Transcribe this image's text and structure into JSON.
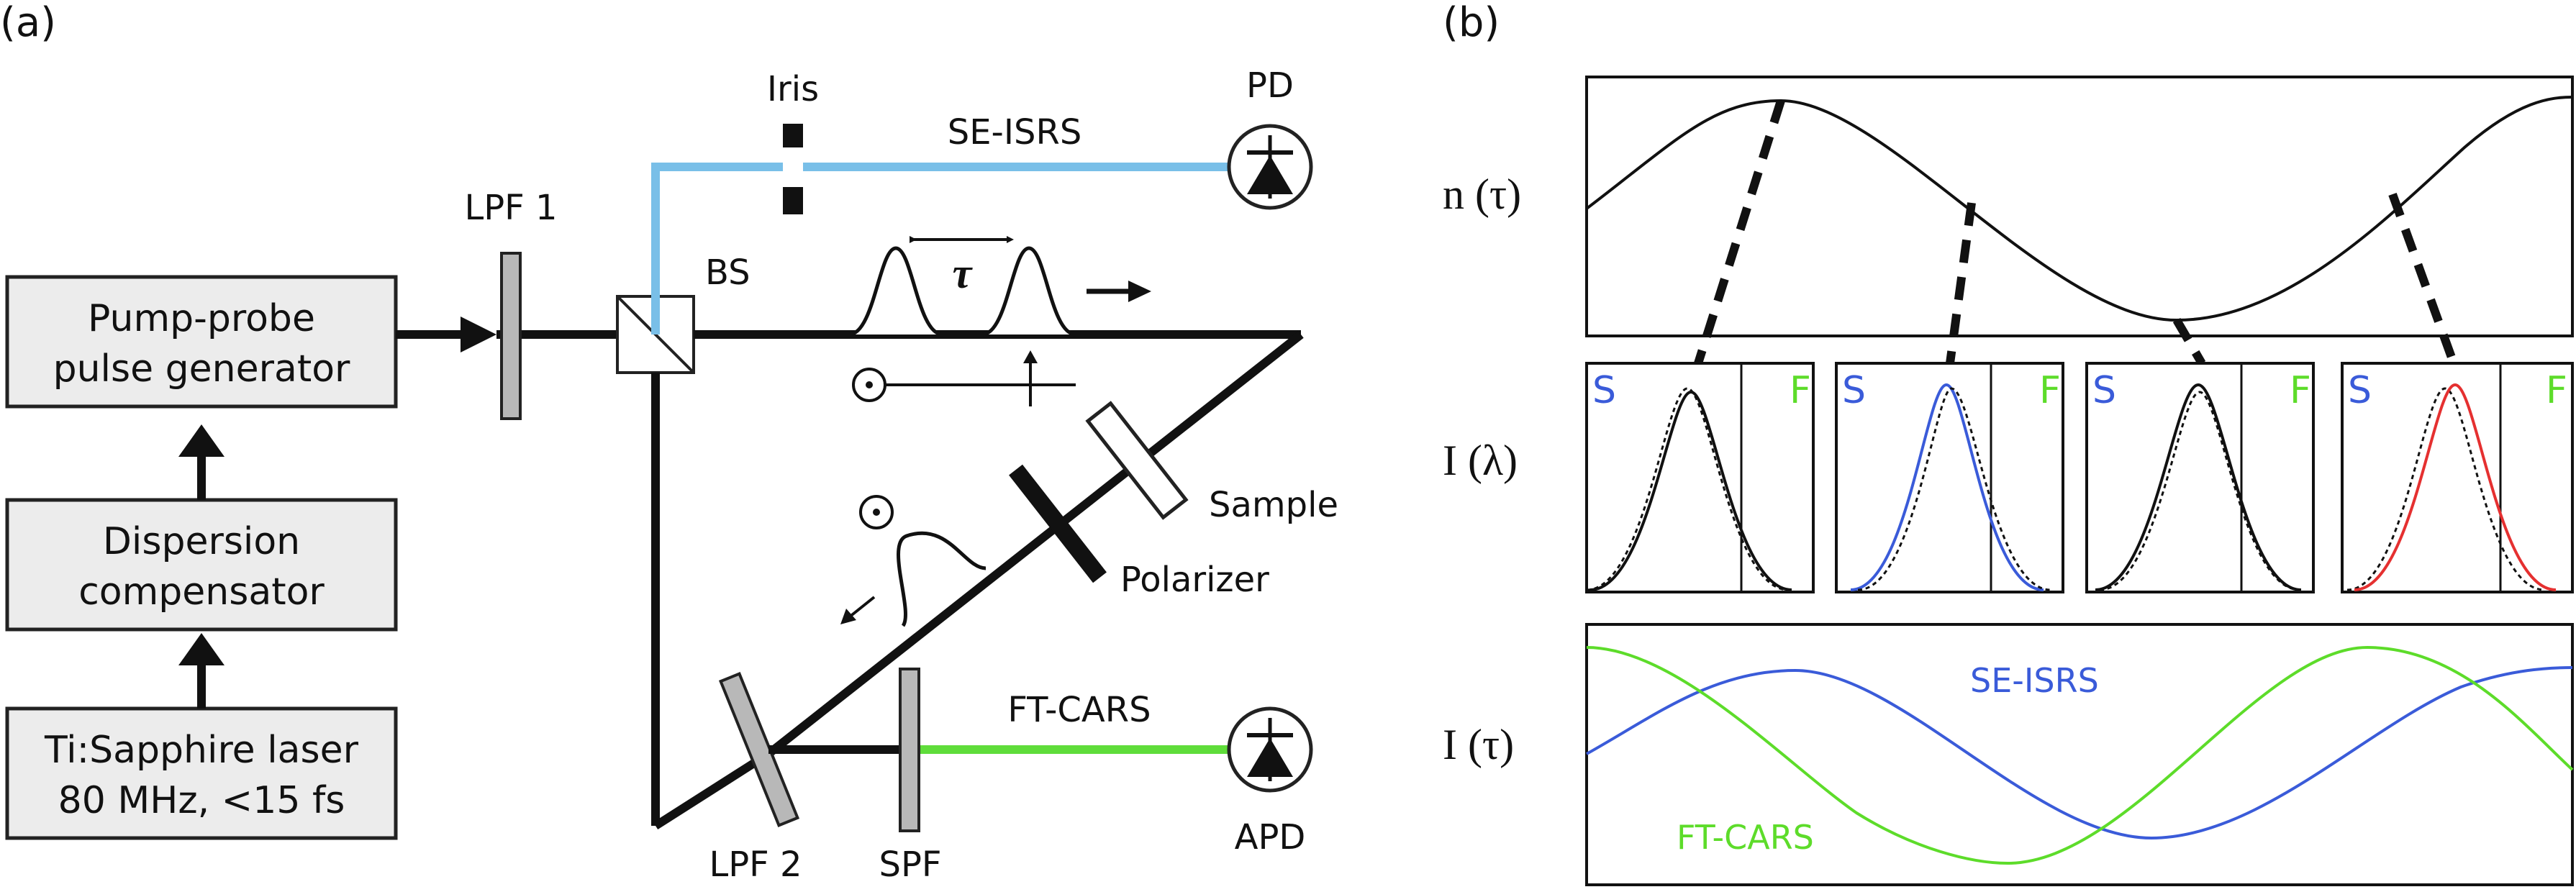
{
  "panel_a": {
    "panel_label": "(a)",
    "boxes": {
      "pulse_generator": [
        "Pump-probe",
        "pulse generator"
      ],
      "dispersion": [
        "Dispersion",
        "compensator"
      ],
      "laser": [
        "Ti:Sapphire laser",
        "80 MHz, <15 fs"
      ]
    },
    "labels": {
      "lpf1": "LPF 1",
      "bs": "BS",
      "iris": "Iris",
      "se_isrs": "SE-ISRS",
      "pd": "PD",
      "tau": "τ",
      "sample": "Sample",
      "polarizer": "Polarizer",
      "ft_cars": "FT-CARS",
      "lpf2": "LPF 2",
      "spf": "SPF",
      "apd": "APD"
    },
    "colors": {
      "se_isrs_beam": "#79bfe8",
      "ft_cars_beam": "#5fdd3a",
      "filter": "#b8b8b8",
      "box": "#ececec"
    }
  },
  "panel_b": {
    "panel_label": "(b)",
    "axis_labels": {
      "n_tau": "n (τ)",
      "i_lambda": "I (λ)",
      "i_tau": "I (τ)"
    },
    "spectra": [
      {
        "s": "S",
        "f": "F",
        "shift": "none"
      },
      {
        "s": "S",
        "f": "F",
        "shift": "blue"
      },
      {
        "s": "S",
        "f": "F",
        "shift": "none"
      },
      {
        "s": "S",
        "f": "F",
        "shift": "red"
      }
    ],
    "legend": {
      "se_isrs": "SE-ISRS",
      "ft_cars": "FT-CARS"
    },
    "colors": {
      "s_label": "#3a5bd9",
      "f_label": "#5ddc2a",
      "se_isrs": "#3a5bd9",
      "ft_cars": "#5ddc2a",
      "red_shift": "#e53030"
    }
  }
}
